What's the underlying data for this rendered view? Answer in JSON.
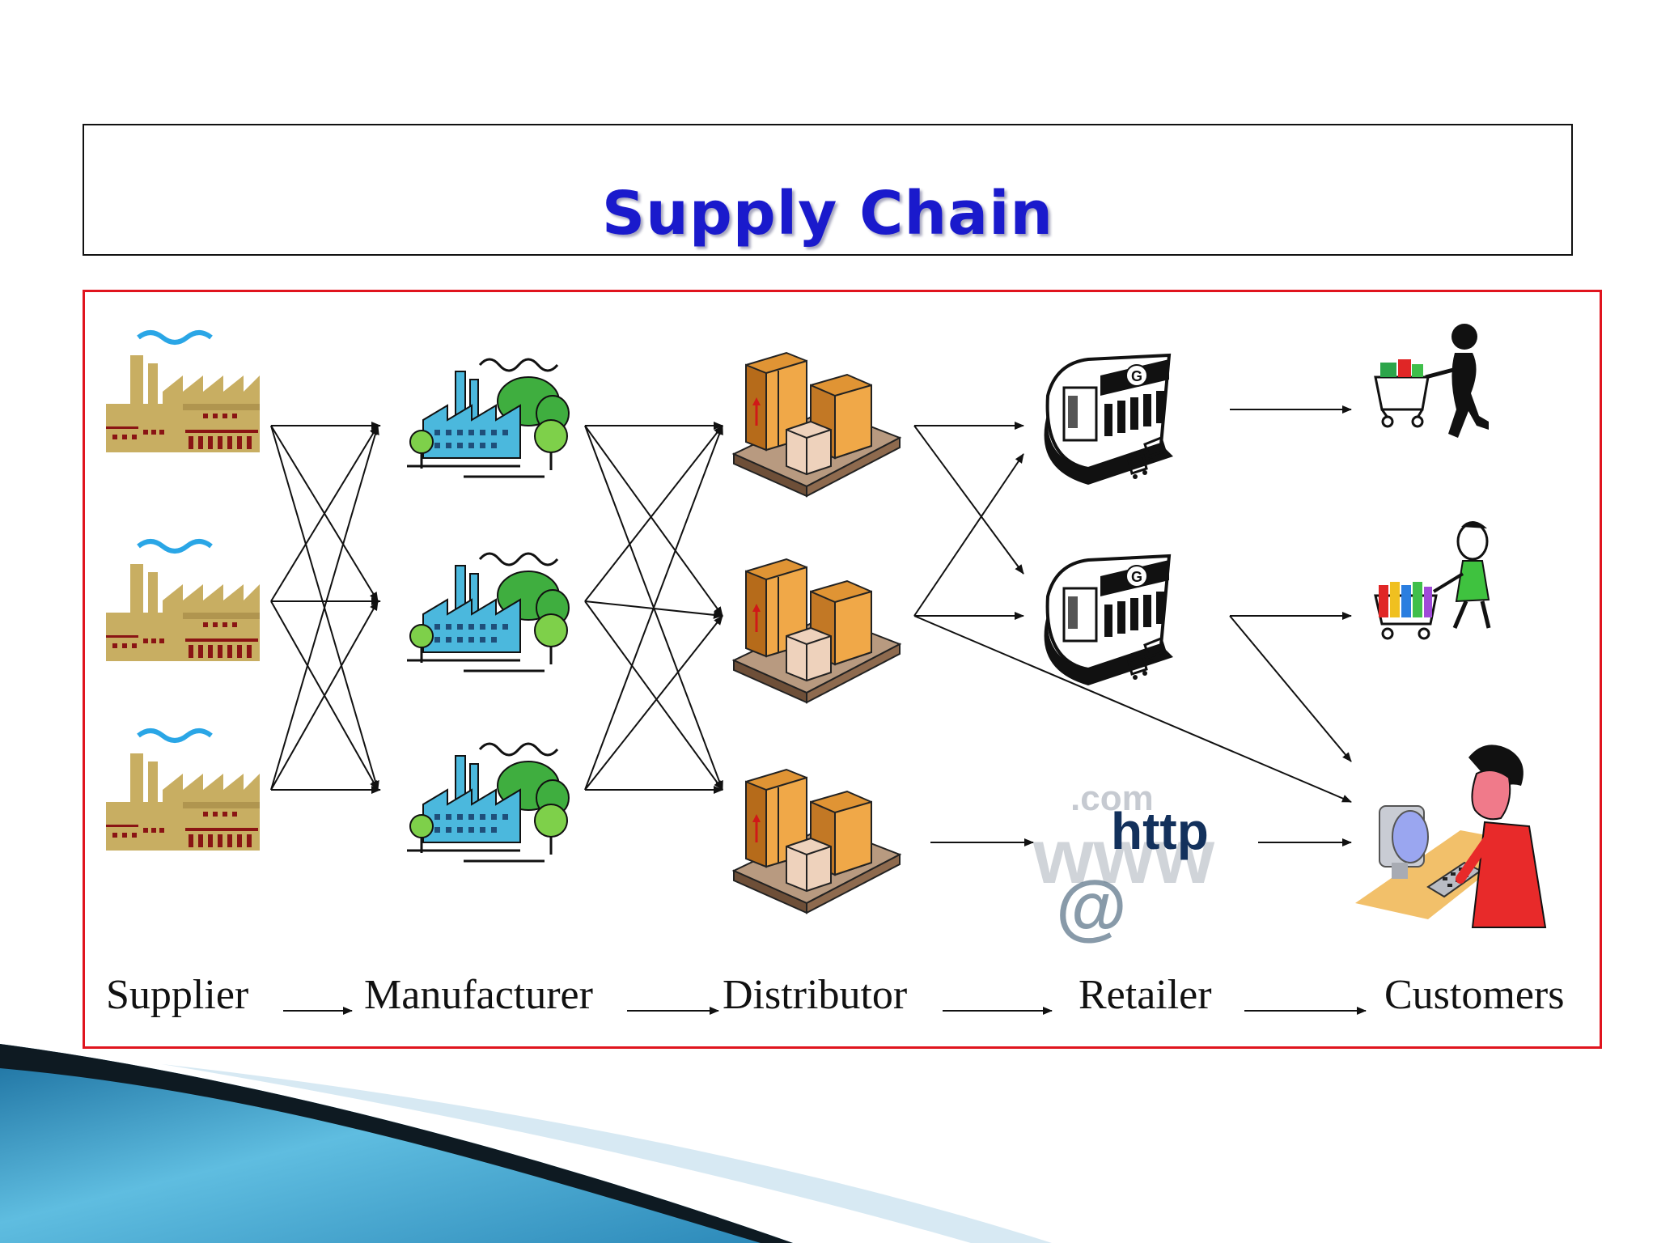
{
  "slide": {
    "title": "Supply Chain"
  },
  "diagram": {
    "stages": [
      "Supplier",
      "Manufacturer",
      "Distributor",
      "Retailer",
      "Customers"
    ],
    "web_retailer": {
      "tld_text": ".com",
      "protocol_text": "http",
      "at_symbol": "@",
      "www_text": "www"
    },
    "store_sign_letter": "G",
    "icons": [
      "factory-icon",
      "green-factory-icon",
      "warehouse-boxes-icon",
      "store-icon",
      "web-store-icon",
      "shopper-cart-icon",
      "online-customer-icon"
    ]
  },
  "colors": {
    "title_text": "#1a1acc",
    "diagram_border": "#e0141e",
    "corner_accent": "#3a9fc9"
  }
}
